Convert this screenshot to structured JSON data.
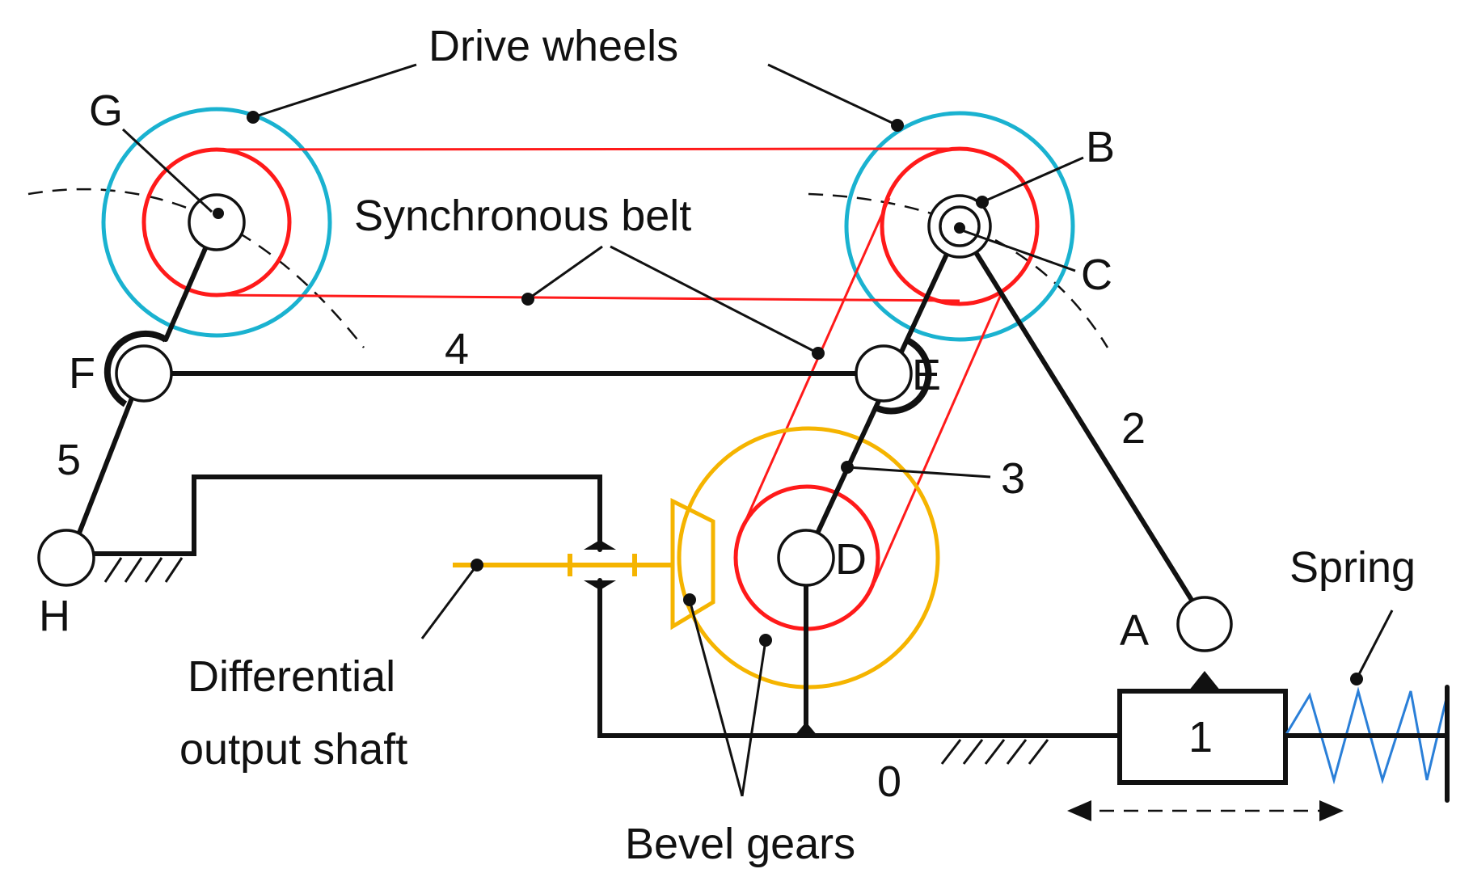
{
  "labels": {
    "drive_wheels": "Drive wheels",
    "synchronous_belt": "Synchronous belt",
    "differential_output_shaft_line1": "Differential",
    "differential_output_shaft_line2": "output shaft",
    "bevel_gears": "Bevel gears",
    "spring": "Spring"
  },
  "points": {
    "G": "G",
    "B": "B",
    "C": "C",
    "F": "F",
    "E": "E",
    "D": "D",
    "H": "H",
    "A": "A"
  },
  "links": {
    "frame": "0",
    "slider": "1",
    "link2": "2",
    "link3": "3",
    "link4": "4",
    "link5": "5"
  },
  "colors": {
    "belt": "#ff1a1a",
    "drive_wheel": "#1ab2d0",
    "bevel_gear": "#f5b400",
    "spring": "#2a7fd8",
    "link": "#111111"
  }
}
